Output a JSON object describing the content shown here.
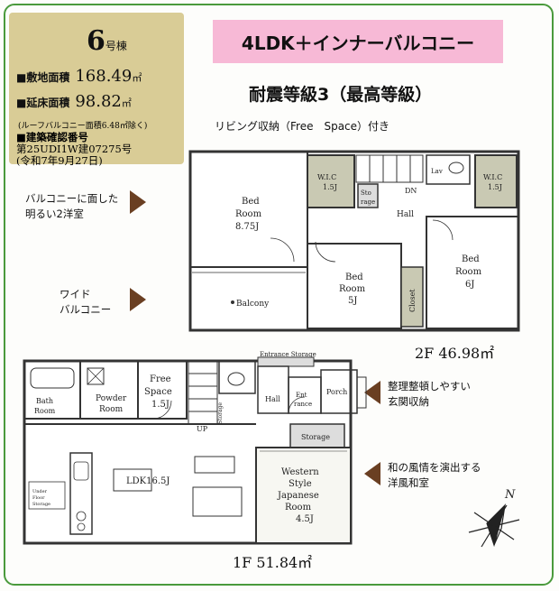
{
  "house": {
    "number": "6",
    "number_suffix": "号棟",
    "site_area_label": "■敷地面積",
    "site_area_value": "168.49",
    "floor_area_label": "■延床面積",
    "floor_area_value": "98.82",
    "area_unit": "㎡",
    "floor_area_note": "(ルーフバルコニー面積6.48㎡除く)",
    "permit_label": "■建築確認番号",
    "permit_number": "第25UDI1W建07275号",
    "permit_date": "(令和7年9月27日)"
  },
  "headline": "4LDK＋インナーバルコニー",
  "seismic_grade": "耐震等級3（最高等級）",
  "living_storage_note": "リビング収納（Free　Space）付き",
  "callouts": {
    "bright_room": [
      "バルコニーに面した",
      "明るい2洋室"
    ],
    "wide_balcony": [
      "ワイド",
      "バルコニー"
    ],
    "entrance_storage": [
      "整理整頓しやすい",
      "玄関収納"
    ],
    "japanese_room": [
      "和の風情を演出する",
      "洋風和室"
    ]
  },
  "floor2": {
    "label": "2F 46.98㎡",
    "rooms": {
      "bed_a": [
        "Bed",
        "Room",
        "8.75J"
      ],
      "wic_left": [
        "W.I.C",
        "1.5J"
      ],
      "storage": [
        "Sto",
        "rage"
      ],
      "dn": "DN",
      "hall": "Hall",
      "lav": "Lav",
      "wic_right": [
        "W.I.C",
        "1.5J"
      ],
      "bed_b": [
        "Bed",
        "Room",
        "5J"
      ],
      "closet": "Closet",
      "bed_c": [
        "Bed",
        "Room",
        "6J"
      ],
      "balcony": "Balcony"
    }
  },
  "floor1": {
    "label": "1F 51.84㎡",
    "rooms": {
      "bath": [
        "Bath",
        "Room"
      ],
      "powder": [
        "Powder",
        "Room"
      ],
      "free_space": [
        "Free",
        "Space",
        "1.5J"
      ],
      "storage_small": "Storage",
      "entrance_storage": "Entrance Storage",
      "hall": "Hall",
      "entrance": [
        "Ent",
        "rance"
      ],
      "porch": "Porch",
      "up": "UP",
      "storage": "Storage",
      "ldk": "LDK16.5J",
      "japanese": [
        "Western",
        "Style",
        "Japanese",
        "Room",
        "4.5J"
      ],
      "under_floor": [
        "Under",
        "Floor",
        "Storage"
      ]
    }
  },
  "compass": "N",
  "colors": {
    "frame": "#4a9a3c",
    "info_bg": "#d9cc96",
    "headline_bg": "#f7b9d6",
    "arrow": "#6a3f22",
    "closet_fill": "#c9c9b3"
  }
}
